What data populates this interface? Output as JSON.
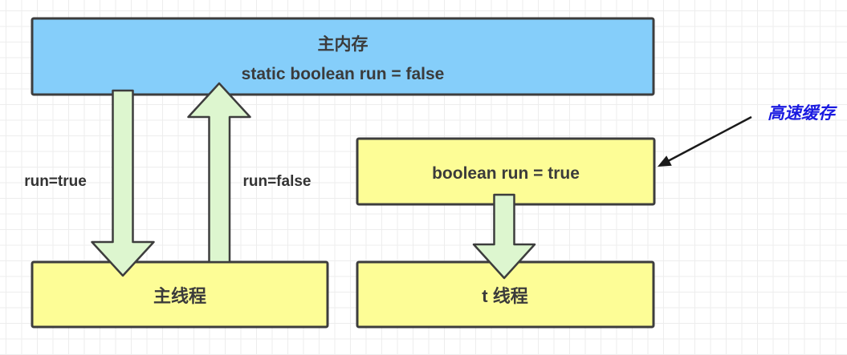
{
  "diagram": {
    "title_hint": "Java memory visibility diagram",
    "main_memory": {
      "title": "主内存",
      "subtitle": "static boolean run = false"
    },
    "main_thread": {
      "label": "主线程"
    },
    "t_thread": {
      "label": "t 线程"
    },
    "cache_box": {
      "label": "boolean run = true"
    },
    "cache_annotation": {
      "label": "高速缓存"
    },
    "arrow_labels": {
      "read": "run=true",
      "write": "run=false"
    }
  },
  "colors": {
    "memory_fill": "#85cefa",
    "thread_fill": "#fdfd96",
    "arrow_fill": "#ddf6cf",
    "border": "#3d3d3d",
    "text_dark": "#3b3b3b",
    "annotation_blue": "#1a1ae0",
    "grid_line": "#ededed",
    "background": "#ffffff"
  }
}
